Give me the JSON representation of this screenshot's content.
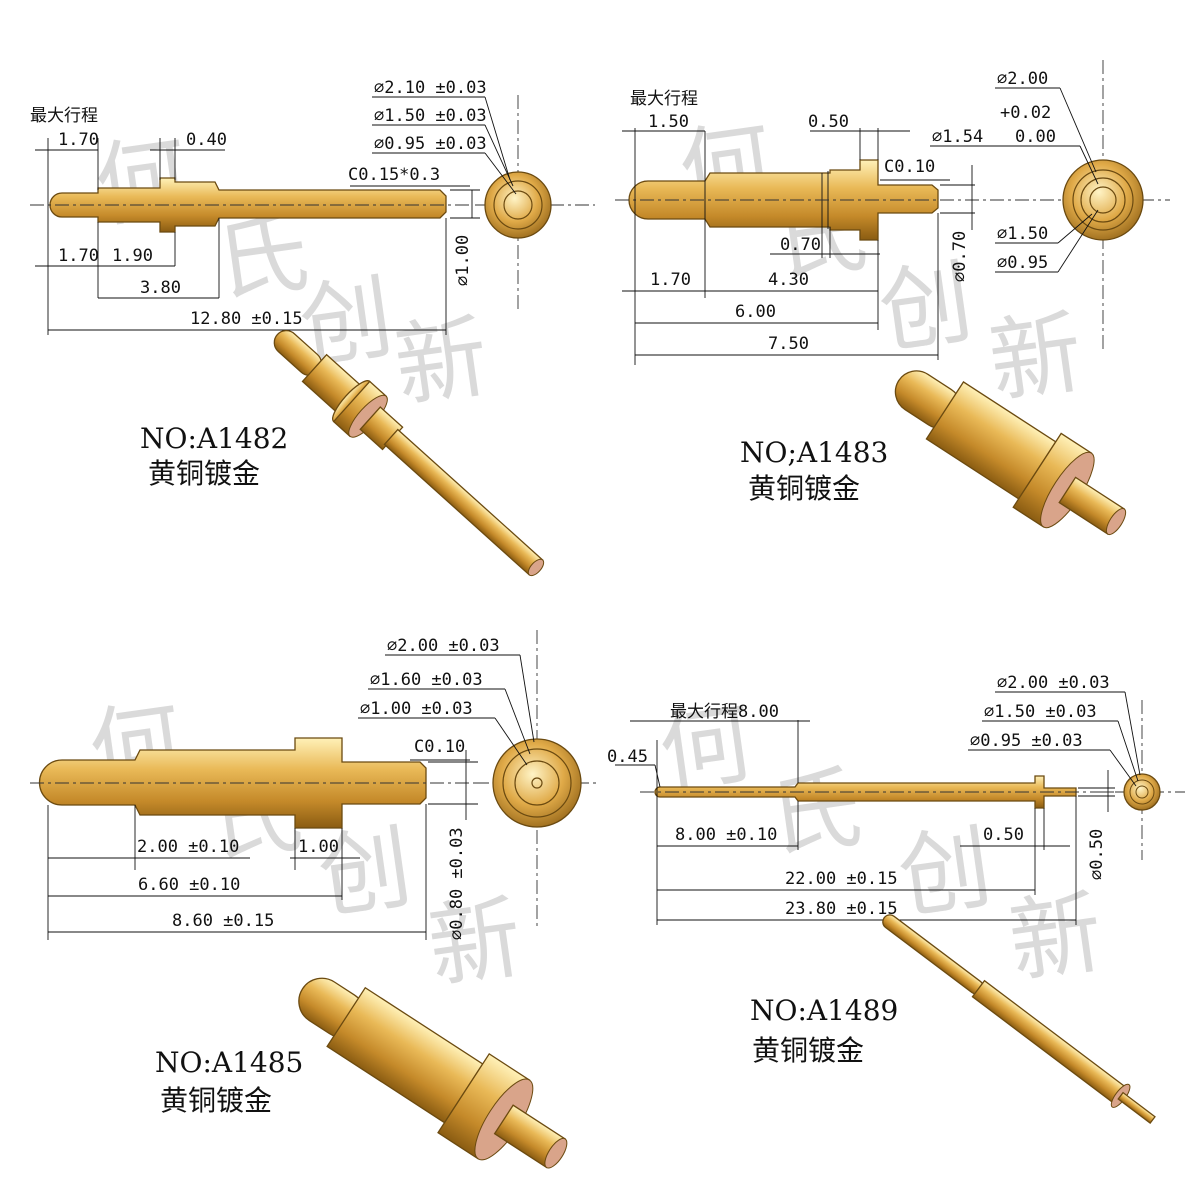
{
  "watermark": [
    "何",
    "氏",
    "创",
    "新"
  ],
  "colors": {
    "gold_light": "#f6d987",
    "gold_mid": "#d8a441",
    "gold_dark": "#9a6a1a",
    "copper_face": "#d9a48a"
  },
  "parts": [
    {
      "part_no": "NO:A1482",
      "material": "黄铜镀金",
      "labels": {
        "max_travel": "最大行程",
        "d1": "∅2.10 ±0.03",
        "d2": "∅1.50 ±0.03",
        "d3": "∅0.95 ±0.03",
        "chamfer": "C0.15*0.3",
        "dim_top_a": "1.70",
        "dim_top_b": "0.40",
        "dim_b1": "1.70",
        "dim_b2": "1.90",
        "dim_b3": "3.80",
        "dim_total": "12.80 ±0.15",
        "dim_tail": "∅1.00"
      }
    },
    {
      "part_no": "NO;A1483",
      "material": "黄铜镀金",
      "labels": {
        "max_travel": "最大行程",
        "d1": "∅2.00",
        "tol_upper": "+0.02",
        "tol_lower": "0.00",
        "d_mid": "∅1.54",
        "d2": "∅1.50",
        "d3": "∅0.95",
        "chamfer": "C0.10",
        "dim_top_a": "1.50",
        "dim_top_b": "0.50",
        "dim_070a": "0.70",
        "dim_070b": "∅0.70",
        "dim_b1": "1.70",
        "dim_b2": "4.30",
        "dim_b3": "6.00",
        "dim_total": "7.50"
      }
    },
    {
      "part_no": "NO:A1485",
      "material": "黄铜镀金",
      "labels": {
        "d1": "∅2.00 ±0.03",
        "d2": "∅1.60 ±0.03",
        "d3": "∅1.00 ±0.03",
        "chamfer": "C0.10",
        "dim_b1": "2.00 ±0.10",
        "dim_b2": "1.00",
        "dim_b3": "6.60 ±0.10",
        "dim_total": "8.60 ±0.15",
        "dim_tail": "∅0.80 ±0.03"
      }
    },
    {
      "part_no": "NO:A1489",
      "material": "黄铜镀金",
      "labels": {
        "max_travel": "最大行程8.00",
        "d1": "∅2.00 ±0.03",
        "d2": "∅1.50 ±0.03",
        "d3": "∅0.95 ±0.03",
        "dim_tip": "0.45",
        "dim_b1": "8.00 ±0.10",
        "dim_b2": "0.50",
        "dim_b3": "22.00 ±0.15",
        "dim_total": "23.80 ±0.15",
        "dim_tail": "∅0.50"
      }
    }
  ]
}
